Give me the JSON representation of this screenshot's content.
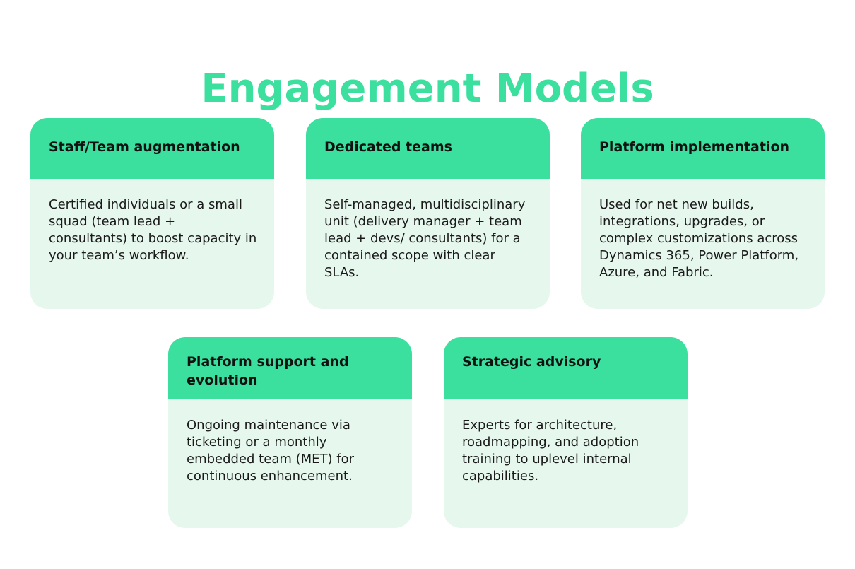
{
  "title": "Engagement Models",
  "colors": {
    "accent": "#3be09f",
    "card_bg": "#e6f7ee"
  },
  "cards": [
    {
      "heading": "Staff/Team augmentation",
      "body": "Certified individuals or a small squad (team lead + consultants) to boost capacity in your team’s workflow."
    },
    {
      "heading": "Dedicated teams",
      "body": "Self-managed, multidisciplinary unit (delivery manager + team lead + devs/ consultants) for a contained scope with clear SLAs."
    },
    {
      "heading": "Platform implementation",
      "body": "Used for net new builds, integrations, upgrades, or complex customizations across Dynamics 365, Power Platform, Azure, and Fabric."
    },
    {
      "heading": "Platform support and evolution",
      "body": "Ongoing maintenance via ticketing or a monthly embedded team (MET) for continuous enhancement."
    },
    {
      "heading": "Strategic advisory",
      "body": "Experts for architecture, roadmapping, and adoption training to uplevel internal capabilities."
    }
  ]
}
